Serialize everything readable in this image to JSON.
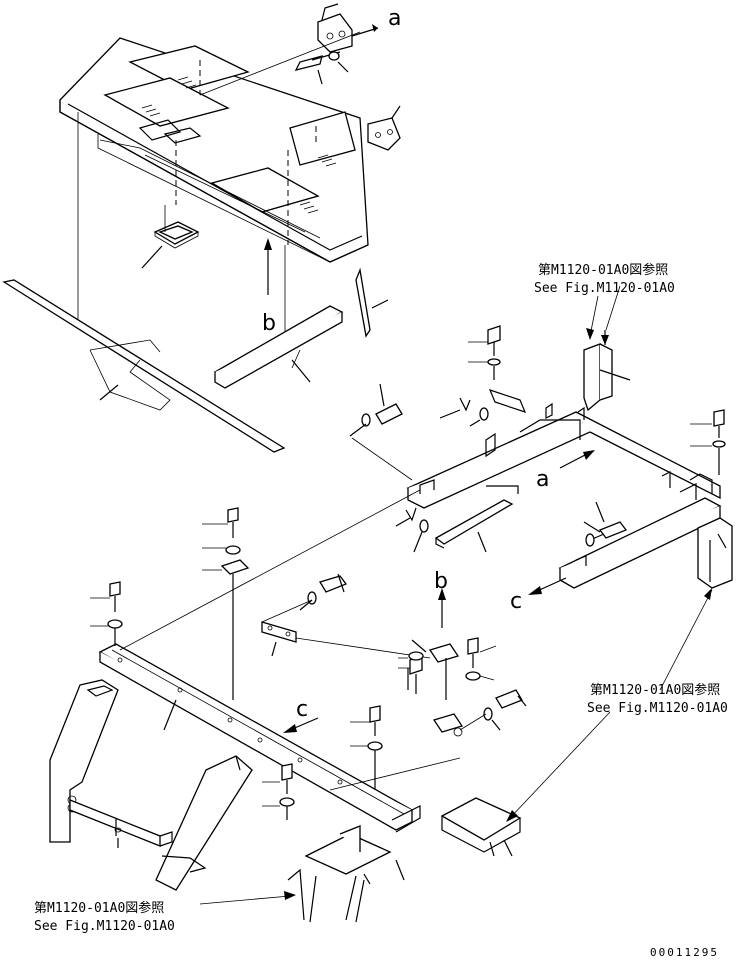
{
  "letters": {
    "a": "a",
    "b": "b",
    "c": "c"
  },
  "references": [
    {
      "jp": "第M1120-01A0図参照",
      "en": "See Fig.M1120-01A0"
    },
    {
      "jp": "第M1120-01A0図参照",
      "en": "See Fig.M1120-01A0"
    },
    {
      "jp": "第M1120-01A0図参照",
      "en": "See Fig.M1120-01A0"
    }
  ],
  "drawing_code": "00011295"
}
